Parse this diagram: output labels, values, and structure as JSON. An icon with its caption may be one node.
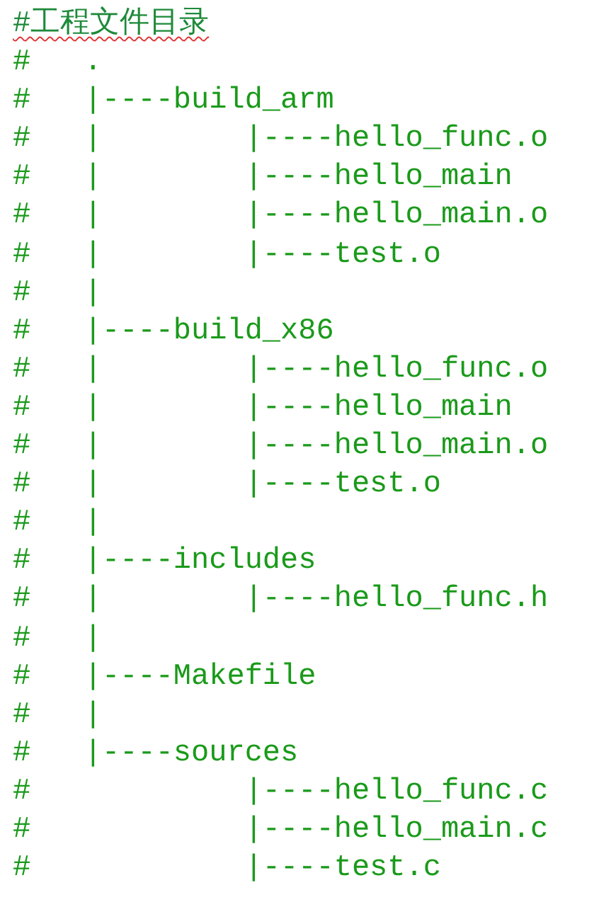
{
  "diagram": {
    "labels": [
      "#工程文件目录",
      "#   .",
      "#   |----build_arm",
      "#   |        |----hello_func.o",
      "#   |        |----hello_main",
      "#   |        |----hello_main.o",
      "#   |        |----test.o",
      "#   |",
      "#   |----build_x86",
      "#   |        |----hello_func.o",
      "#   |        |----hello_main",
      "#   |        |----hello_main.o",
      "#   |        |----test.o",
      "#   |",
      "#   |----includes",
      "#   |        |----hello_func.h",
      "#   |",
      "#   |----Makefile",
      "#   |",
      "#   |----sources",
      "#            |----hello_func.c",
      "#            |----hello_main.c",
      "#            |----test.c"
    ]
  }
}
